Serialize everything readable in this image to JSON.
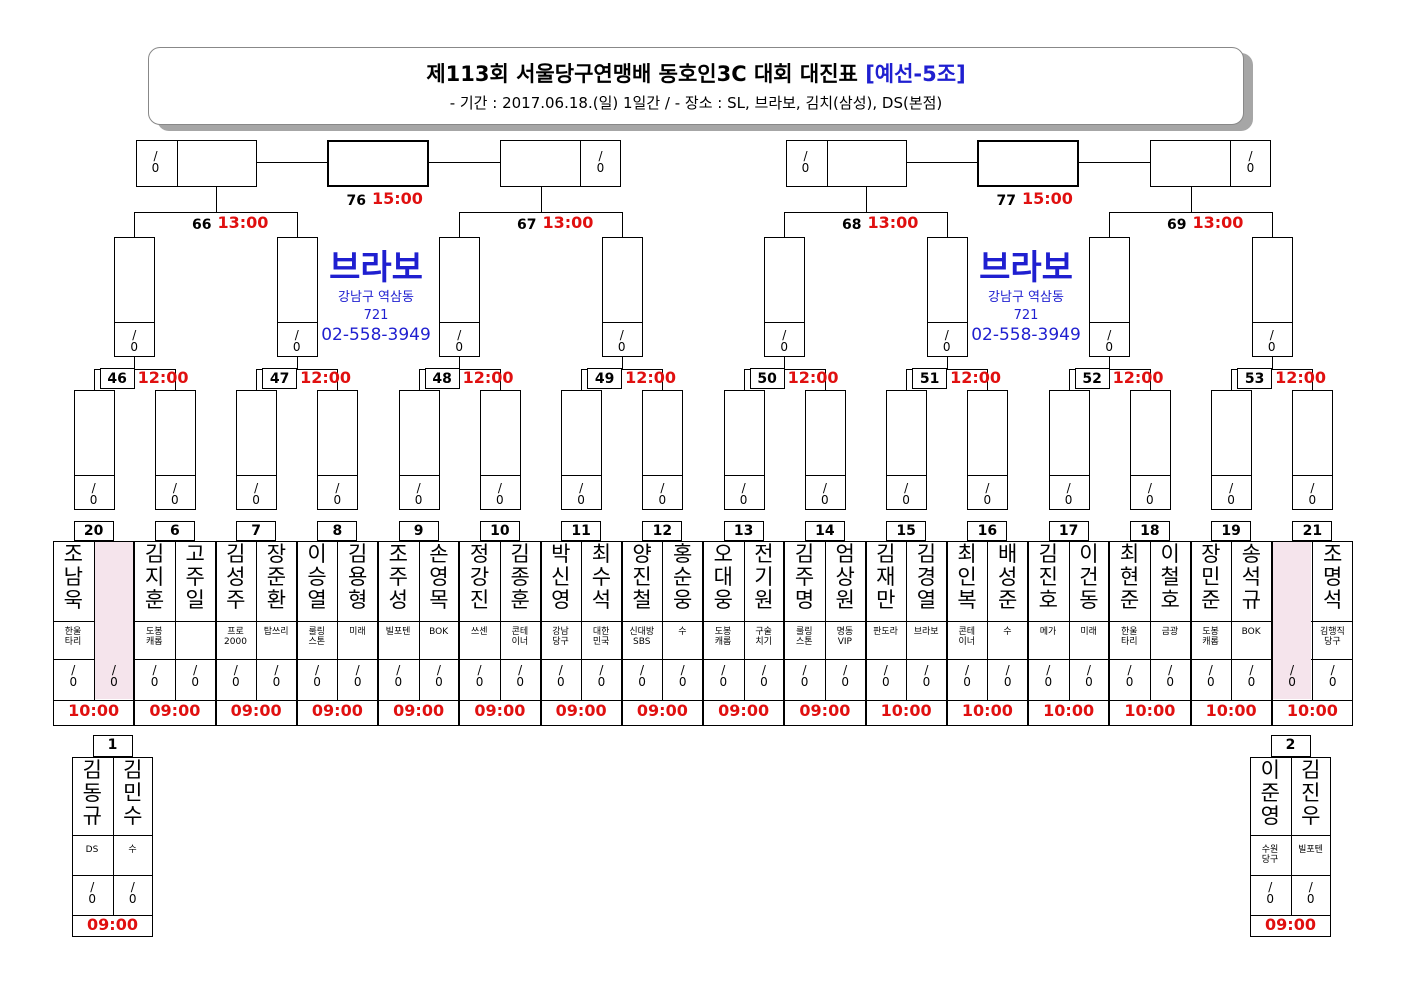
{
  "header": {
    "title": "제113회 서울당구연맹배 동호인3C 대회 대진표",
    "group": "[예선-5조]",
    "subtitle": "- 기간 : 2017.06.18.(일) 1일간 / - 장소 : SL, 브라보, 김치(삼성), DS(본점)"
  },
  "score_placeholder": "/\n0",
  "venues": [
    {
      "name": "브라보",
      "address": "강남구 역삼동",
      "address2": "721",
      "phone": "02-558-3949"
    },
    {
      "name": "브라보",
      "address": "강남구 역삼동",
      "address2": "721",
      "phone": "02-558-3949"
    }
  ],
  "finals": [
    {
      "num": "76",
      "time": "15:00"
    },
    {
      "num": "77",
      "time": "15:00"
    }
  ],
  "semis": [
    {
      "num": "66",
      "time": "13:00"
    },
    {
      "num": "67",
      "time": "13:00"
    },
    {
      "num": "68",
      "time": "13:00"
    },
    {
      "num": "69",
      "time": "13:00"
    }
  ],
  "quarters": [
    {
      "num": "46",
      "time": "12:00"
    },
    {
      "num": "47",
      "time": "12:00"
    },
    {
      "num": "48",
      "time": "12:00"
    },
    {
      "num": "49",
      "time": "12:00"
    },
    {
      "num": "50",
      "time": "12:00"
    },
    {
      "num": "51",
      "time": "12:00"
    },
    {
      "num": "52",
      "time": "12:00"
    },
    {
      "num": "53",
      "time": "12:00"
    }
  ],
  "matches": [
    {
      "num": "20",
      "time": "10:00",
      "players": [
        {
          "name": "조남욱",
          "club": "한울\n타리"
        },
        {
          "name": "",
          "club": "",
          "bye": true
        }
      ]
    },
    {
      "num": "6",
      "time": "09:00",
      "players": [
        {
          "name": "김지훈",
          "club": "도봉\n캐롬"
        },
        {
          "name": "고주일",
          "club": ""
        }
      ]
    },
    {
      "num": "7",
      "time": "09:00",
      "players": [
        {
          "name": "김성주",
          "club": "프로\n2000"
        },
        {
          "name": "장준환",
          "club": "탑쓰리"
        }
      ]
    },
    {
      "num": "8",
      "time": "09:00",
      "players": [
        {
          "name": "이승열",
          "club": "룰링\n스톤"
        },
        {
          "name": "김용형",
          "club": "미래"
        }
      ]
    },
    {
      "num": "9",
      "time": "09:00",
      "players": [
        {
          "name": "조주성",
          "club": "빌포텐"
        },
        {
          "name": "손영목",
          "club": "BOK"
        }
      ]
    },
    {
      "num": "10",
      "time": "09:00",
      "players": [
        {
          "name": "정강진",
          "club": "쓰센"
        },
        {
          "name": "김종훈",
          "club": "콘테\n이너"
        }
      ]
    },
    {
      "num": "11",
      "time": "09:00",
      "players": [
        {
          "name": "박신영",
          "club": "강남\n당구"
        },
        {
          "name": "최수석",
          "club": "대한\n민국"
        }
      ]
    },
    {
      "num": "12",
      "time": "09:00",
      "players": [
        {
          "name": "양진철",
          "club": "신대방\nSBS"
        },
        {
          "name": "홍순웅",
          "club": "수"
        }
      ]
    },
    {
      "num": "13",
      "time": "09:00",
      "players": [
        {
          "name": "오대웅",
          "club": "도봉\n캐롬"
        },
        {
          "name": "전기원",
          "club": "구술\n치기"
        }
      ]
    },
    {
      "num": "14",
      "time": "09:00",
      "players": [
        {
          "name": "김주명",
          "club": "룰링\n스톤"
        },
        {
          "name": "엄상원",
          "club": "명동\nVIP"
        }
      ]
    },
    {
      "num": "15",
      "time": "10:00",
      "players": [
        {
          "name": "김재만",
          "club": "판도라"
        },
        {
          "name": "김경열",
          "club": "브라보"
        }
      ]
    },
    {
      "num": "16",
      "time": "10:00",
      "players": [
        {
          "name": "최인복",
          "club": "콘테\n이너"
        },
        {
          "name": "배성준",
          "club": "수"
        }
      ]
    },
    {
      "num": "17",
      "time": "10:00",
      "players": [
        {
          "name": "김진호",
          "club": "메가"
        },
        {
          "name": "이건동",
          "club": "미래"
        }
      ]
    },
    {
      "num": "18",
      "time": "10:00",
      "players": [
        {
          "name": "최현준",
          "club": "한울\n타리"
        },
        {
          "name": "이철호",
          "club": "금광"
        }
      ]
    },
    {
      "num": "19",
      "time": "10:00",
      "players": [
        {
          "name": "장민준",
          "club": "도봉\n캐롬"
        },
        {
          "name": "송석규",
          "club": "BOK"
        }
      ]
    },
    {
      "num": "21",
      "time": "10:00",
      "players": [
        {
          "name": "",
          "club": "",
          "bye": true
        },
        {
          "name": "조명석",
          "club": "김행직\n당구"
        }
      ]
    }
  ],
  "prelims": [
    {
      "num": "1",
      "time": "09:00",
      "players": [
        {
          "name": "김동규",
          "club": "DS"
        },
        {
          "name": "김민수",
          "club": "수"
        }
      ]
    },
    {
      "num": "2",
      "time": "09:00",
      "players": [
        {
          "name": "이준영",
          "club": "수원\n당구"
        },
        {
          "name": "김진우",
          "club": "빌포텐"
        }
      ]
    }
  ]
}
